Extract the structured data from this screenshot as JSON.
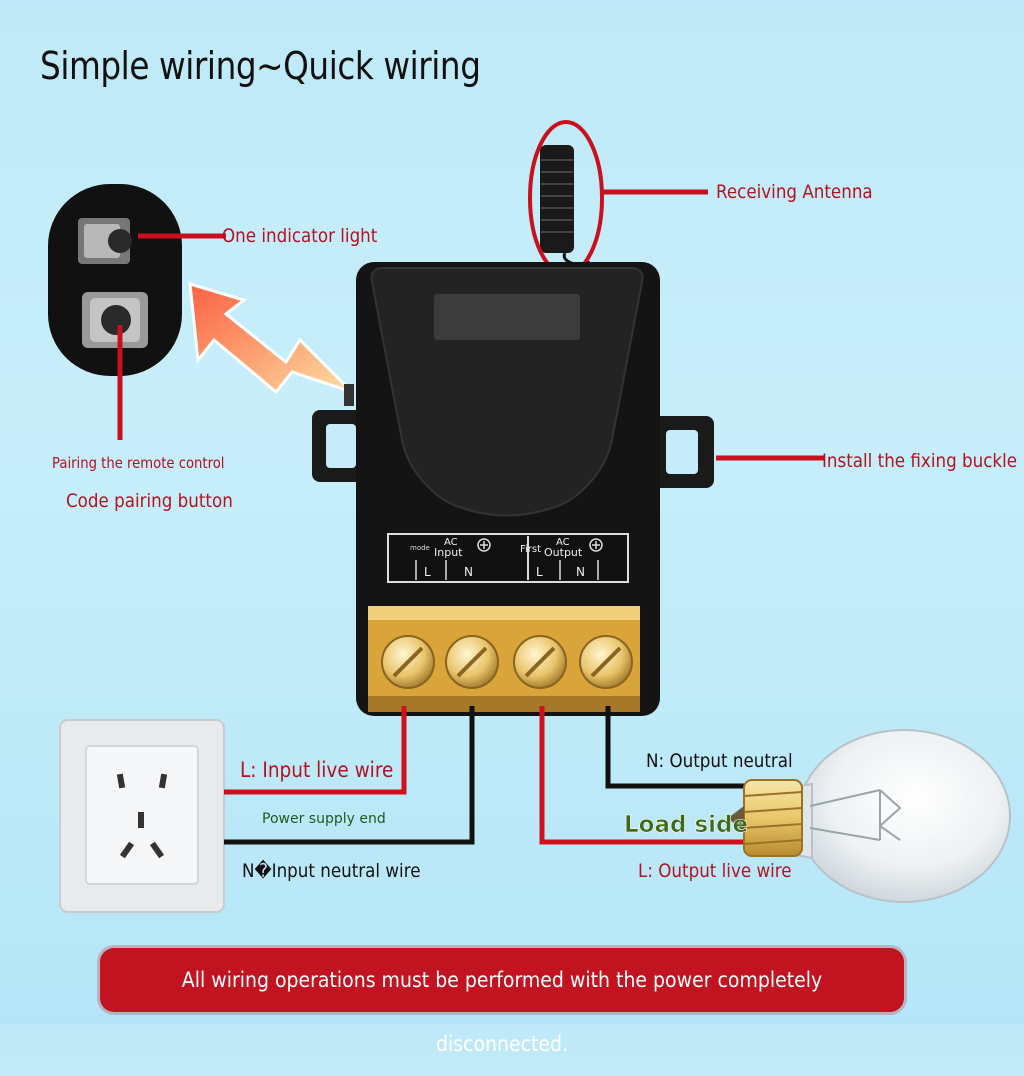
{
  "title": "Simple wiring~Quick wiring",
  "labels": {
    "antenna": "Receiving Antenna",
    "indicator": "One indicator light",
    "pairing_remote": "Pairing the remote control",
    "code_pairing": "Code pairing button",
    "buckle": "Install the fixing buckle",
    "input_live": "L: Input live wire",
    "power_supply_end": "Power supply end",
    "input_neutral": "N�Input neutral wire",
    "output_neutral": "N: Output neutral",
    "load_side": "Load side",
    "output_live": "L: Output live wire"
  },
  "terminal_panel": {
    "mode": "mode",
    "first": "First",
    "ac_in": "AC",
    "input": "Input",
    "ac_out": "AC",
    "output": "Output",
    "in_l": "L",
    "in_n": "N",
    "out_l": "L",
    "out_n": "N"
  },
  "warning": "All wiring operations must be performed with the power completely disconnected.",
  "colors": {
    "accent_red": "#c11320",
    "wire_red": "#d0101c",
    "wire_black": "#111111",
    "background": "#c6ecf9"
  }
}
